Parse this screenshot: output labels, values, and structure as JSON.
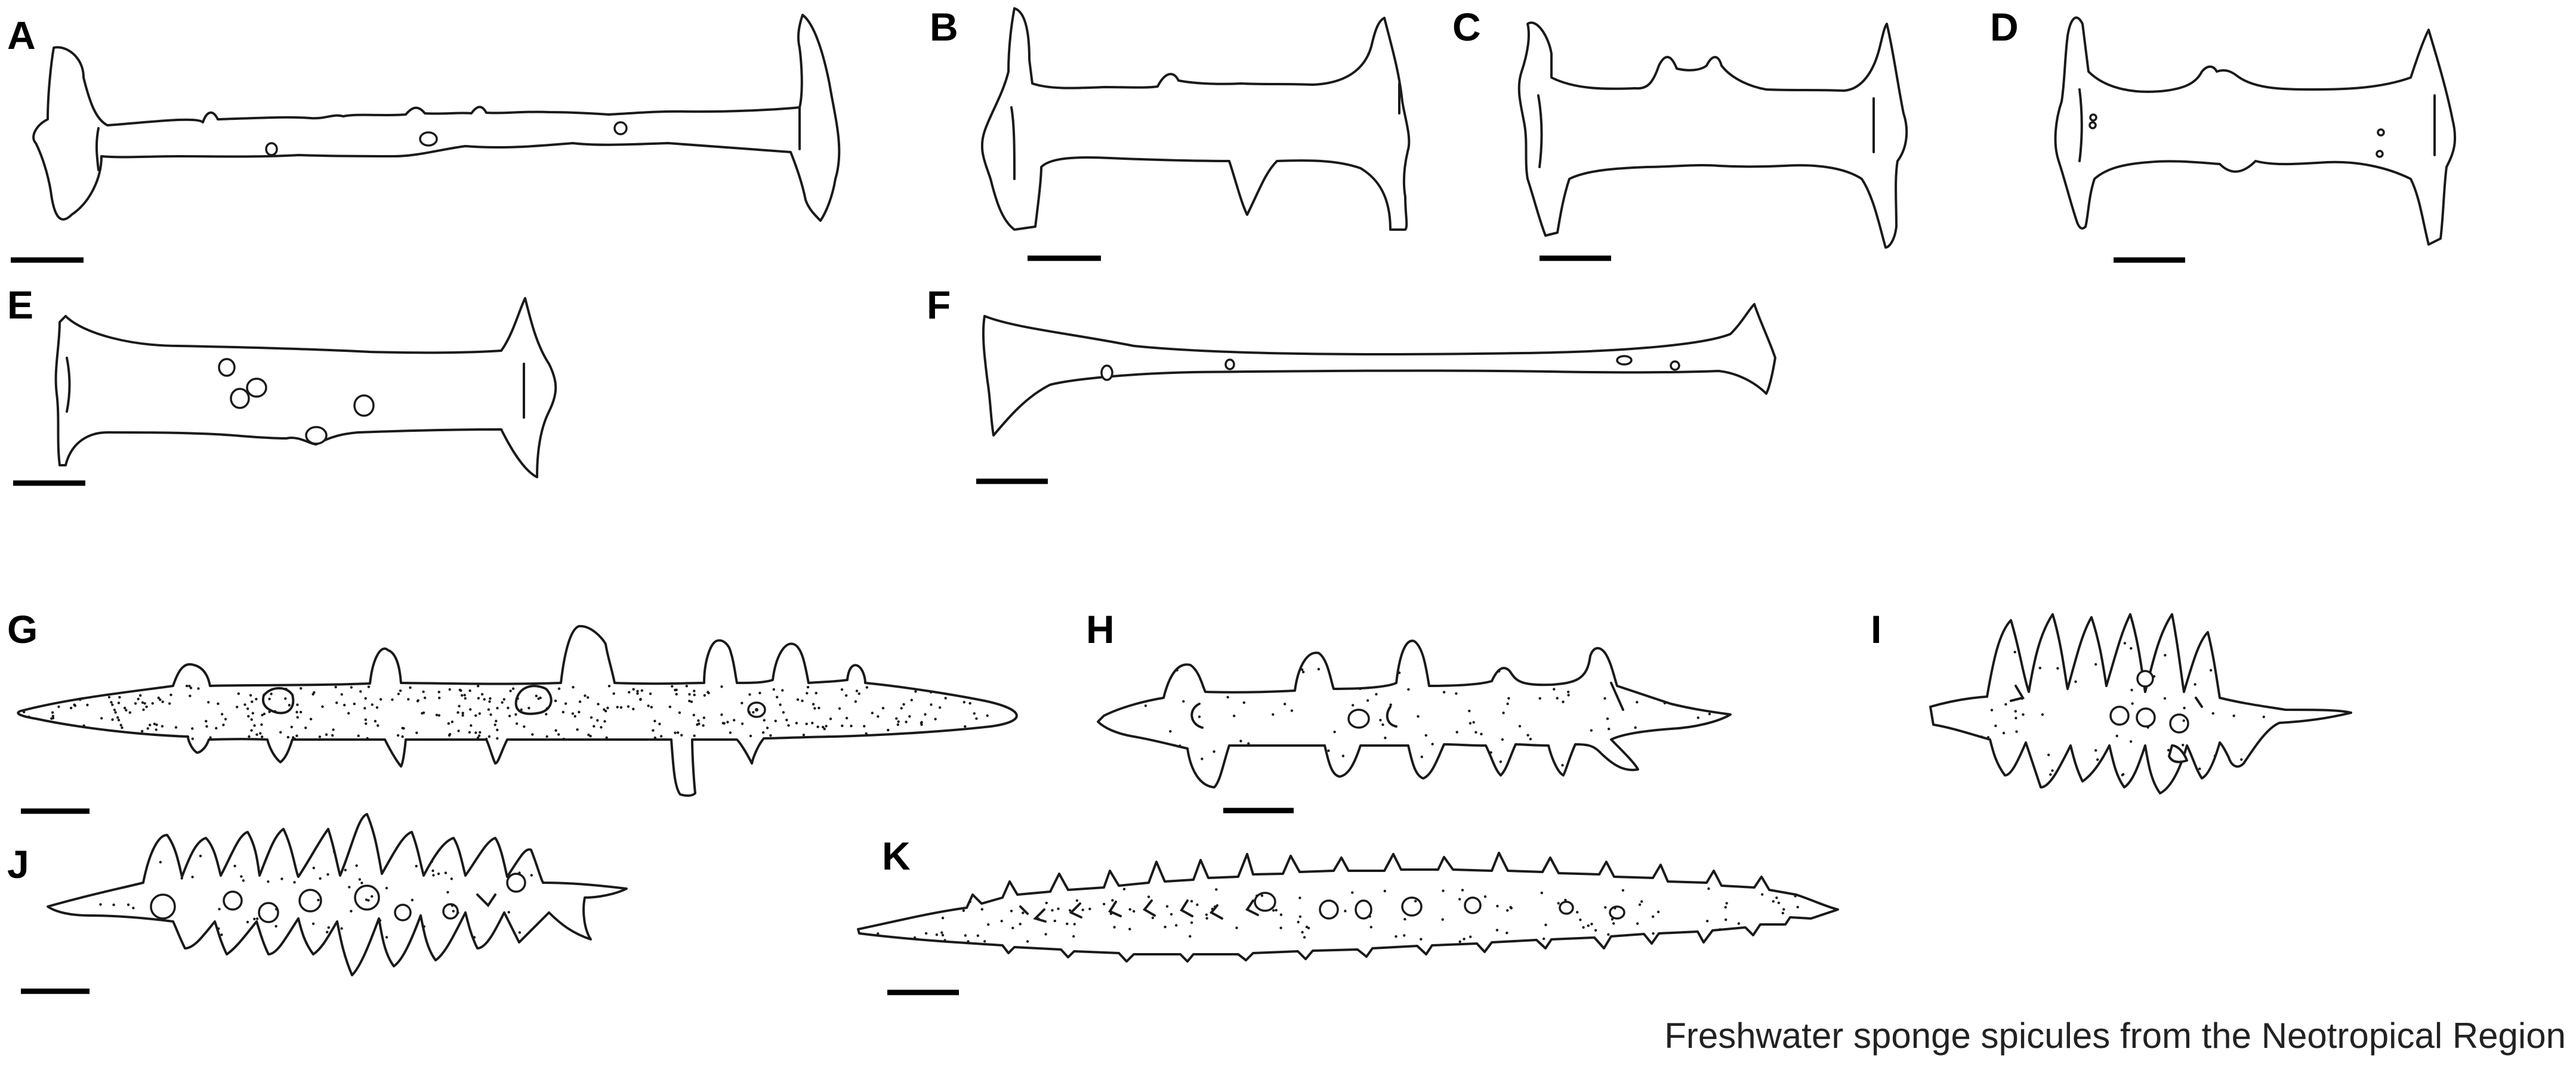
{
  "figure": {
    "caption": "Freshwater sponge spicules from the Neotropical Region",
    "panels": [
      {
        "id": "A",
        "label": "A",
        "kind": "birotule"
      },
      {
        "id": "B",
        "label": "B",
        "kind": "birotule"
      },
      {
        "id": "C",
        "label": "C",
        "kind": "birotule"
      },
      {
        "id": "D",
        "label": "D",
        "kind": "birotule"
      },
      {
        "id": "E",
        "label": "E",
        "kind": "birotule"
      },
      {
        "id": "F",
        "label": "F",
        "kind": "birotule"
      },
      {
        "id": "G",
        "label": "G",
        "kind": "spined-spicule"
      },
      {
        "id": "H",
        "label": "H",
        "kind": "spined-spicule"
      },
      {
        "id": "I",
        "label": "I",
        "kind": "spined-spicule"
      },
      {
        "id": "J",
        "label": "J",
        "kind": "spined-spicule"
      },
      {
        "id": "K",
        "label": "K",
        "kind": "spined-spicule"
      }
    ]
  },
  "colors": {
    "ink": "#1a1a1a",
    "background": "#ffffff"
  }
}
